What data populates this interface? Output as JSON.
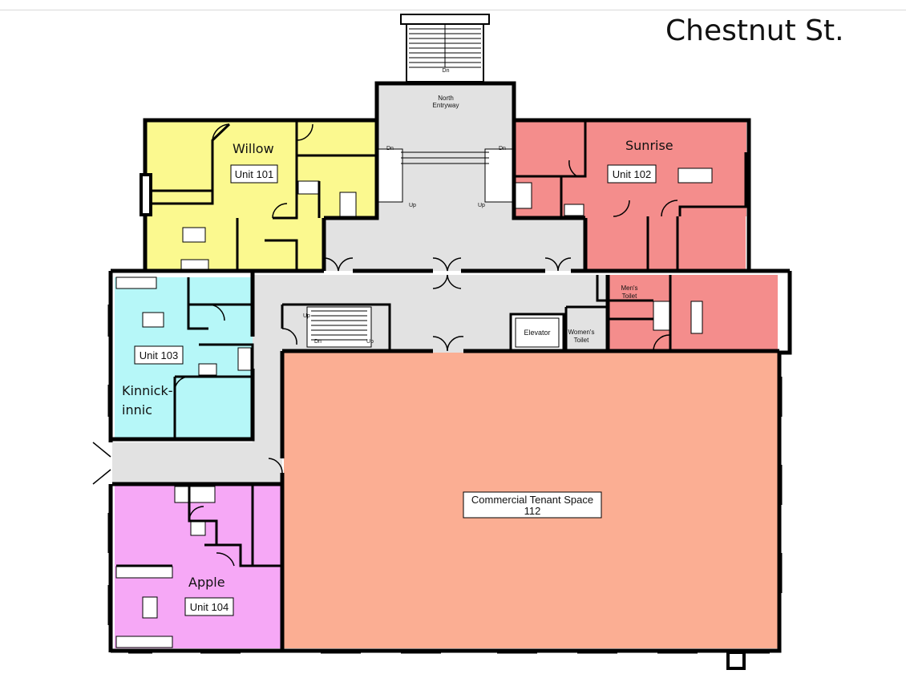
{
  "street": "Chestnut St.",
  "colors": {
    "willow": "#fbf98f",
    "sunrise": "#f48d8c",
    "kinnickinnic": "#b6f7f8",
    "apple": "#f6a8f6",
    "commercial": "#fbae93",
    "common": "#e2e2e2",
    "wall": "#000000"
  },
  "units": {
    "willow": {
      "name": "Willow",
      "unit": "Unit 101"
    },
    "sunrise": {
      "name": "Sunrise",
      "unit": "Unit 102"
    },
    "kinnickinnic": {
      "name_line1": "Kinnick-",
      "name_line2": "innic",
      "unit": "Unit 103"
    },
    "apple": {
      "name": "Apple",
      "unit": "Unit 104"
    },
    "commercial": {
      "line1": "Commercial Tenant Space",
      "line2": "112"
    }
  },
  "labels": {
    "north_entry_line1": "North",
    "north_entry_line2": "Entryway",
    "elevator": "Elevator",
    "mens_line1": "Men's",
    "mens_line2": "Toilet",
    "womens_line1": "Women's",
    "womens_line2": "Toilet",
    "dn": "Dn",
    "up": "Up"
  }
}
